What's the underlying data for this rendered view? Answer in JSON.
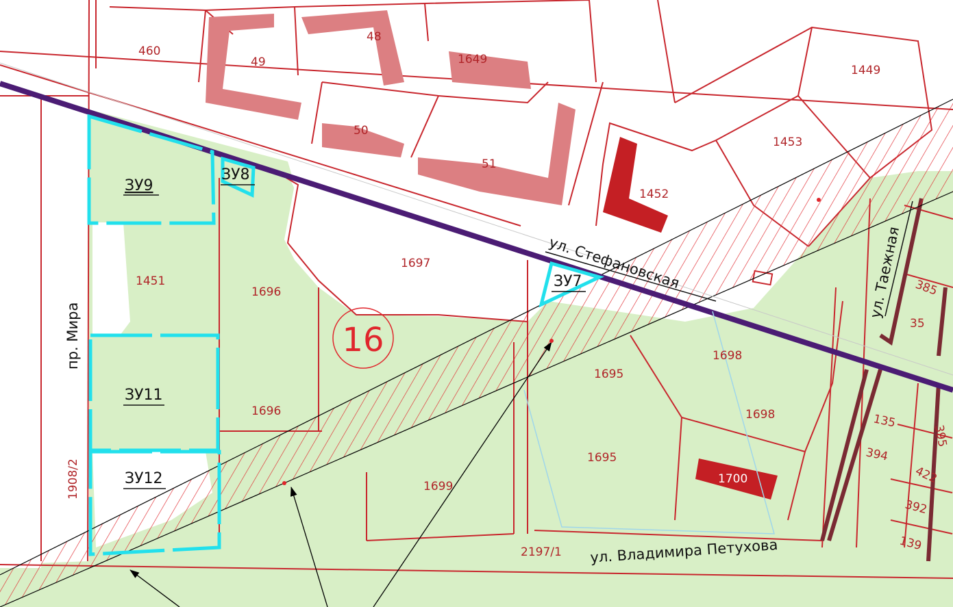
{
  "colors": {
    "background": "#ffffff",
    "green_zone": "#d8efc6",
    "parcel_border": "#c8262d",
    "building_fill": "#dc7f82",
    "building_dark": "#c41f24",
    "main_road": "#4b1c74",
    "cyan_plot": "#22e0ec",
    "hatch": "#e0262c",
    "leader_line": "#000000"
  },
  "streets": {
    "mira": "пр. Мира",
    "stefanovskaya": "ул. Стефановская",
    "taezhnaya": "ул. Таежная",
    "petukhova": "ул. Владимира Петухова"
  },
  "zone_marker": {
    "number": "16"
  },
  "zones": {
    "zu7": "ЗУ7",
    "zu8": "ЗУ8",
    "zu9": "ЗУ9",
    "zu11": "ЗУ11",
    "zu12": "ЗУ12"
  },
  "parcels": {
    "p460": "460",
    "p49": "49",
    "p48": "48",
    "p1649": "1649",
    "p1449": "1449",
    "p50": "50",
    "p51": "51",
    "p1453": "1453",
    "p1452": "1452",
    "p1697": "1697",
    "p1451": "1451",
    "p1696a": "1696",
    "p1696b": "1696",
    "p1695a": "1695",
    "p1695b": "1695",
    "p1698a": "1698",
    "p1698b": "1698",
    "p1699": "1699",
    "p1700": "1700",
    "p1908_2": "1908/2",
    "p2197_1": "2197/1",
    "p385": "385",
    "p35": "35",
    "p135": "135",
    "p395": "395",
    "p394": "394",
    "p422": "422",
    "p392": "392",
    "p139": "139"
  }
}
